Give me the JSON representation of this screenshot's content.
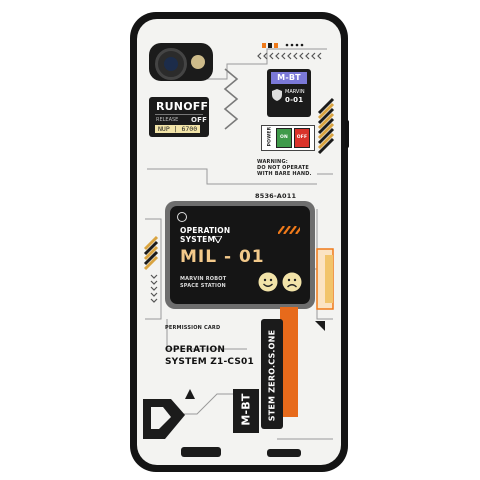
{
  "runoff": {
    "title": "RUNOFF",
    "sub": "RELEASE",
    "state": "OFF",
    "code": "NUP | 6700"
  },
  "badge": {
    "code": "M-BT",
    "name": "MARVIN",
    "unit": "0-01"
  },
  "power": {
    "label": "POWER",
    "on": "ON",
    "off": "OFF"
  },
  "warning": {
    "title": "WARNING:",
    "line1": "DO NOT OPERATE",
    "line2": "WITH BARE HAND."
  },
  "screen": {
    "serial": "8536-A011",
    "heading1": "OPERATION",
    "heading2": "SYSTEM",
    "big_code": "MIL - 01",
    "station1": "MARVIN ROBOT",
    "station2": "SPACE STATION"
  },
  "card": {
    "label": "PERMISSION CARD",
    "line1": "OPERATION",
    "line2": "SYSTEM Z1-CS01"
  },
  "strip": {
    "text": "STEM ZERO.CS.ONE",
    "logo": "M-BT"
  },
  "colors": {
    "accent": "#f07a1a",
    "amber": "#f2c46b",
    "dark": "#1b1b1b",
    "red": "#d9332a",
    "green": "#3f9a4a",
    "violet": "#7b79d8"
  },
  "icons": [
    "camera-lens-icon",
    "flash-icon",
    "smile-face-icon",
    "sad-face-icon",
    "triangle-down-icon"
  ]
}
